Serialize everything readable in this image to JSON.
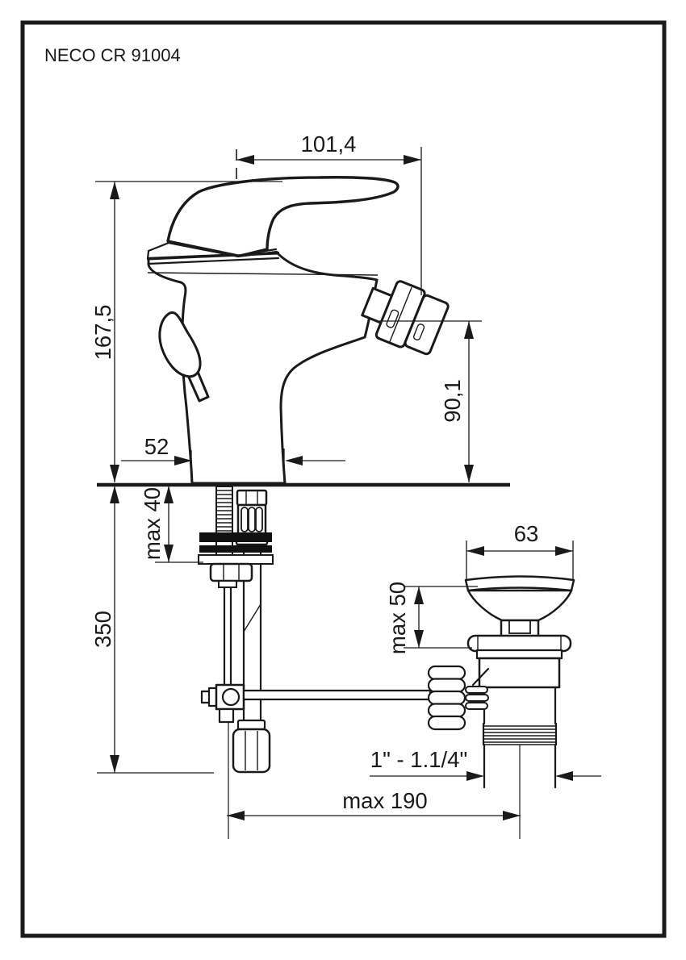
{
  "frame": {
    "title": "NECO CR 91004"
  },
  "drawing": {
    "type": "technical-dimension-drawing",
    "subject": "single-lever bidet mixer with pop-up waste",
    "line_color": "#1a1a1a",
    "background": "#ffffff"
  },
  "dimensions": {
    "spout_projection": {
      "label": "101,4"
    },
    "total_height": {
      "label": "167,5"
    },
    "outlet_height": {
      "label": "90,1"
    },
    "base_width": {
      "label": "52"
    },
    "max_deck_thickness": {
      "label": "max 40"
    },
    "supply_hose_length": {
      "label": "350"
    },
    "waste_top_width": {
      "label": "63"
    },
    "waste_max_depth": {
      "label": "max 50"
    },
    "waste_thread_size": {
      "label": "1\" - 1.1/4\""
    },
    "rod_max_reach": {
      "label": "max 190"
    }
  }
}
